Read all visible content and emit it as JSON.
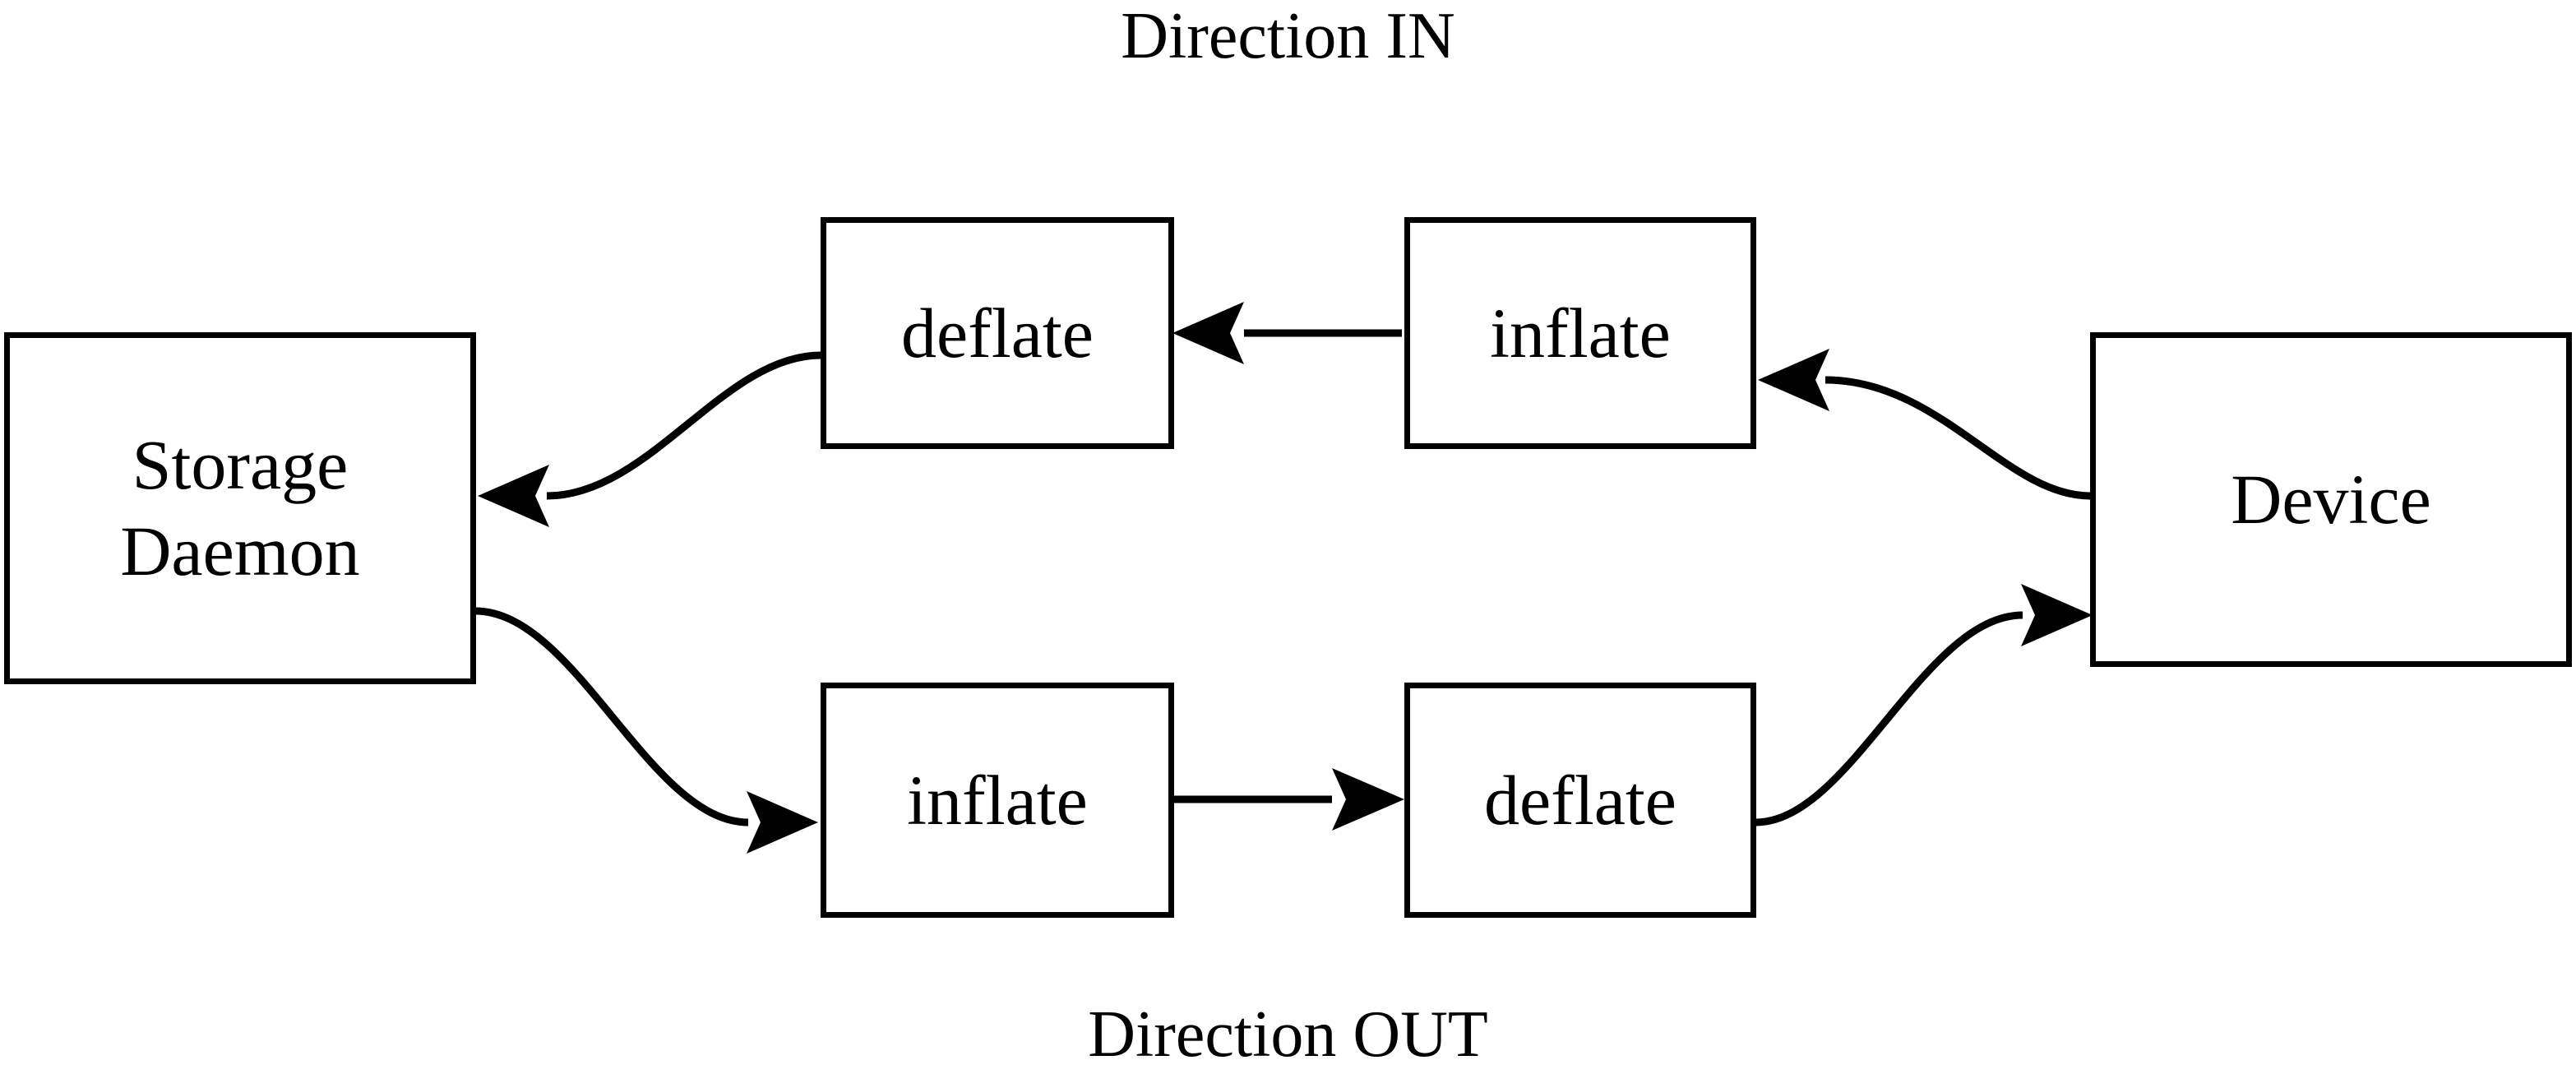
{
  "figure": {
    "title_top": "Direction IN",
    "title_bottom": "Direction OUT",
    "stroke_color": "#000000",
    "fill_color": "#ffffff",
    "background": "#ffffff"
  },
  "nodes": {
    "storage_daemon": {
      "line1": "Storage",
      "line2": "Daemon"
    },
    "device": {
      "label": "Device"
    },
    "in_flow": {
      "deflate": {
        "label": "deflate"
      },
      "inflate": {
        "label": "inflate"
      }
    },
    "out_flow": {
      "inflate": {
        "label": "inflate"
      },
      "deflate": {
        "label": "deflate"
      }
    }
  },
  "edges": [
    {
      "name": "device-to-inflate-in",
      "from": "Device",
      "to": "inflate (IN)",
      "style": "curved",
      "arrow": "left"
    },
    {
      "name": "inflate-in-to-deflate-in",
      "from": "inflate (IN)",
      "to": "deflate (IN)",
      "style": "straight",
      "arrow": "left"
    },
    {
      "name": "deflate-in-to-storage-daemon",
      "from": "deflate (IN)",
      "to": "Storage Daemon",
      "style": "curved",
      "arrow": "left"
    },
    {
      "name": "storage-daemon-to-inflate-out",
      "from": "Storage Daemon",
      "to": "inflate (OUT)",
      "style": "curved",
      "arrow": "right"
    },
    {
      "name": "inflate-out-to-deflate-out",
      "from": "inflate (OUT)",
      "to": "deflate (OUT)",
      "style": "straight",
      "arrow": "right"
    },
    {
      "name": "deflate-out-to-device",
      "from": "deflate (OUT)",
      "to": "Device",
      "style": "curved",
      "arrow": "right"
    }
  ]
}
